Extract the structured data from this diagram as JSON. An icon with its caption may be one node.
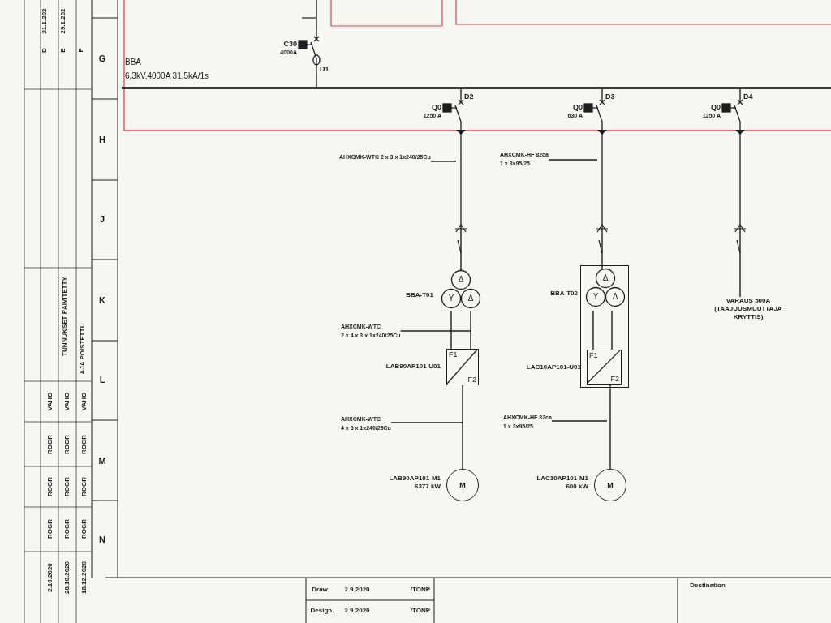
{
  "diagram": {
    "nodes": [
      {
        "text": [
          "BBA",
          "6,3kV,4000A 31,5kA/1s"
        ]
      },
      {
        "text": [
          "C30",
          "4000A"
        ],
        "beside": [
          "D1"
        ]
      },
      {
        "text": [
          "Q0",
          "1250 A"
        ],
        "beside": [
          "D2"
        ]
      },
      {
        "text": [
          "Q0",
          "630 A"
        ],
        "beside": [
          "D3"
        ]
      },
      {
        "text": [
          "Q0",
          "1250 A"
        ],
        "beside": [
          "D4"
        ]
      },
      {
        "text": [
          "Δ",
          "Y",
          "Δ"
        ],
        "beside": [
          "BBA-T01"
        ]
      },
      {
        "text": [
          "F1",
          "F2"
        ],
        "beside": [
          "LAB90AP101-U01"
        ]
      },
      {
        "text": [
          "M"
        ],
        "beside": [
          "LAB90AP101-M1",
          "6377 kW"
        ]
      },
      {
        "text": [],
        "shape": "box"
      },
      {
        "text": [
          "Δ",
          "Y",
          "Δ"
        ],
        "beside": [
          "BBA-T02"
        ],
        "in": 8
      },
      {
        "text": [
          "F1",
          "F2"
        ],
        "beside": [
          "LAC10AP101-U01"
        ],
        "in": 8
      },
      {
        "text": [
          "M"
        ],
        "beside": [
          "LAC10AP101-M1",
          "600 kW"
        ]
      },
      {
        "text": [
          "VARAUS 500A (TAAJUUSMUUTTAJA KRYTTIS)"
        ]
      },
      {
        "text": [
          "AHXCMK-WTC 2 x 3 x 1x240/25Cu"
        ]
      },
      {
        "text": [
          "AHXCMK-HF 82ca",
          "1 x 3x95/25"
        ]
      },
      {
        "text": [
          "AHXCMK-WTC",
          "2 x 4 x 3 x 1x240/25Cu"
        ]
      },
      {
        "text": [
          "AHXCMK-WTC",
          "4 x 3 x 1x240/25Cu"
        ]
      },
      {
        "text": [
          "AHXCMK-HF 82ca",
          "1 x 3x95/25"
        ]
      }
    ],
    "edges": [
      {
        "from": null,
        "to": 1,
        "arrow": "none"
      },
      {
        "from": 1,
        "to": 0,
        "arrow": "none"
      },
      {
        "from": 0,
        "to": 2,
        "arrow": "none"
      },
      {
        "from": 0,
        "to": 3,
        "arrow": "none"
      },
      {
        "from": 0,
        "to": 4,
        "arrow": "none"
      },
      {
        "from": 5,
        "to": 2,
        "arrow": "to"
      },
      {
        "from": 5,
        "to": 6,
        "arrow": "none"
      },
      {
        "from": 5,
        "to": 6,
        "arrow": "none"
      },
      {
        "from": 6,
        "to": 7,
        "arrow": "none"
      },
      {
        "from": 9,
        "to": 3,
        "arrow": "to"
      },
      {
        "from": 9,
        "to": 10,
        "arrow": "none"
      },
      {
        "from": 9,
        "to": 10,
        "arrow": "none"
      },
      {
        "from": 10,
        "to": 11,
        "arrow": "none"
      },
      {
        "from": 12,
        "to": 4,
        "arrow": "to"
      },
      {
        "from": 13,
        "to": 2,
        "arrow": "none"
      },
      {
        "from": 14,
        "to": 3,
        "arrow": "none"
      },
      {
        "from": 15,
        "to": null,
        "arrow": "none"
      },
      {
        "from": 16,
        "to": null,
        "arrow": "none"
      },
      {
        "from": 17,
        "to": null,
        "arrow": "none"
      }
    ],
    "labels": [
      "D",
      "21.1.202",
      "E",
      "29.1.202",
      "F",
      "G",
      "H",
      "J",
      "K",
      "L",
      "M",
      "N",
      "2.10.2020",
      "ROGR",
      "ROGR",
      "ROGR",
      "VAHO",
      "28.10.2020",
      "ROGR",
      "ROGR",
      "ROGR",
      "VAHO",
      "TUNNUKSET PÄIVITETTY",
      "18.12.2020",
      "ROGR",
      "ROGR",
      "ROGR",
      "VAHO",
      "AJA POISTETTU",
      "Draw.",
      "2.9.2020",
      "/TONP",
      "Design.",
      "2.9.2020",
      "/TONP",
      "Destination"
    ]
  }
}
